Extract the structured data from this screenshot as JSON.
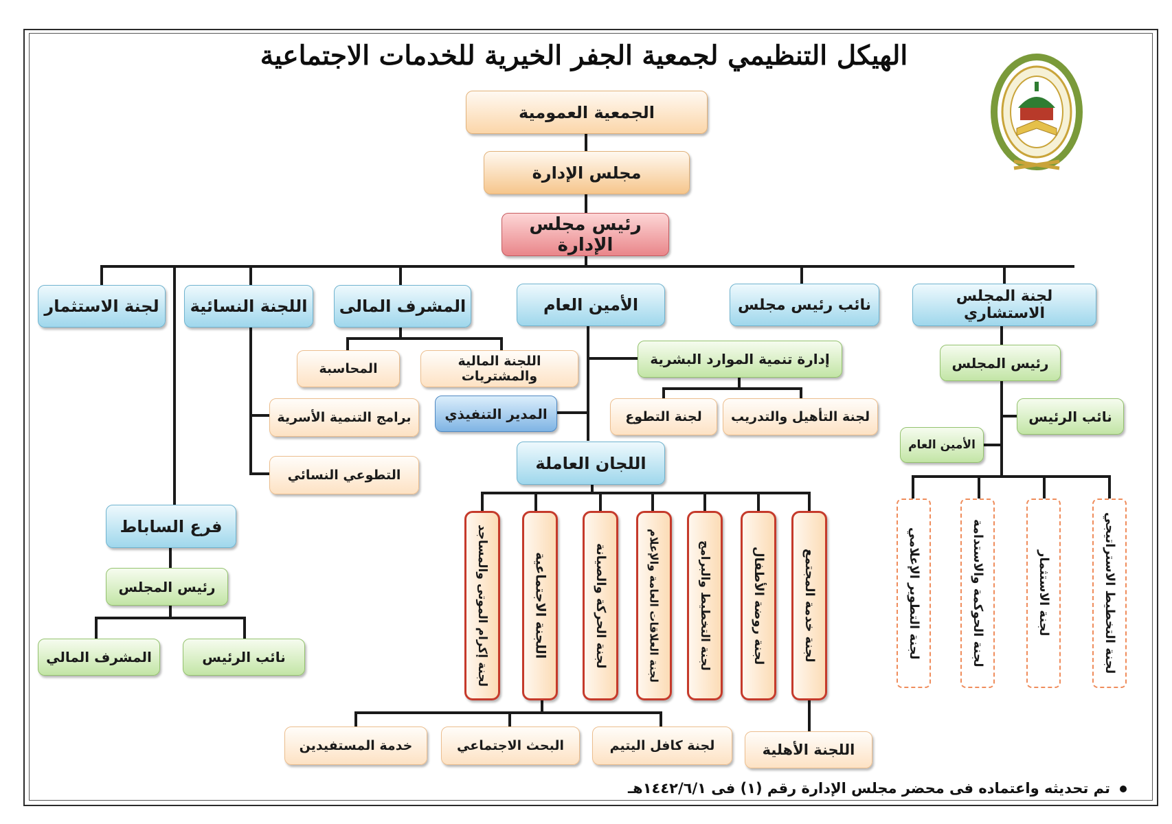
{
  "title": "الهيكل التنظيمي لجمعية الجفر الخيرية للخدمات الاجتماعية",
  "nodes": {
    "general_assembly": "الجمعية العمومية",
    "board": "مجلس الإدارة",
    "board_chairman": "رئيس مجلس الإدارة",
    "advisory_committee": "لجنة المجلس الاستشاري",
    "vice_chairman": "نائب رئيس مجلس",
    "secretary_general": "الأمين العام",
    "financial_supervisor": "المشرف المالى",
    "women_committee": "اللجنة النسائية",
    "investment_committee": "لجنة الاستثمار",
    "finance_procurement": "اللجنة المالية والمشتريات",
    "accounting": "المحاسبة",
    "hr_department": "إدارة تنمية الموارد البشرية",
    "qualification_training": "لجنة التأهيل والتدريب",
    "volunteering_committee": "لجنة التطوع",
    "executive_director": "المدير التنفيذي",
    "family_programs": "برامج التنمية الأسرية",
    "women_volunteering": "التطوعي النسائي",
    "working_committees": "اللجان العاملة",
    "advisory_chairman": "رئيس المجلس",
    "advisory_vice": "نائب الرئيس",
    "advisory_secretary": "الأمين العام",
    "sabat_branch": "فرع الساباط",
    "sabat_chairman": "رئيس المجلس",
    "sabat_vice": "نائب الرئيس",
    "sabat_financial": "المشرف المالي",
    "civil_committee": "اللجنة الأهلية",
    "orphan_committee": "لجنة كافل اليتيم",
    "social_research": "البحث الاجتماعي",
    "beneficiary_service": "خدمة المستفيدين"
  },
  "working_committees_list": [
    "لجنة إكرام الموتى والمساجد",
    "اللجنة الاجتماعية",
    "لجنة الحركة والصيانة",
    "لجنة العلاقات العامة والإعلام",
    "لجنة التخطيط والبرامج",
    "لجنة روضة الأطفال",
    "لجنة خدمة المجتمع"
  ],
  "advisory_committees_list": [
    "لجنة التطوير الإعلامي",
    "لجنة الحوكمة والاستدامة",
    "لجنة الاستثمار",
    "لجنة التخطيط الاستراتيجي"
  ],
  "footer_note": "تم تحديثه واعتماده فى محضر مجلس الإدارة رقم (١) فى ١٤٤٢/٦/١هـ",
  "logo_icon": "association-emblem-icon",
  "colors": {
    "line": "#1a1a1a",
    "vertical_border": "#c53a2b",
    "dashed_border": "#ef8c5b"
  }
}
